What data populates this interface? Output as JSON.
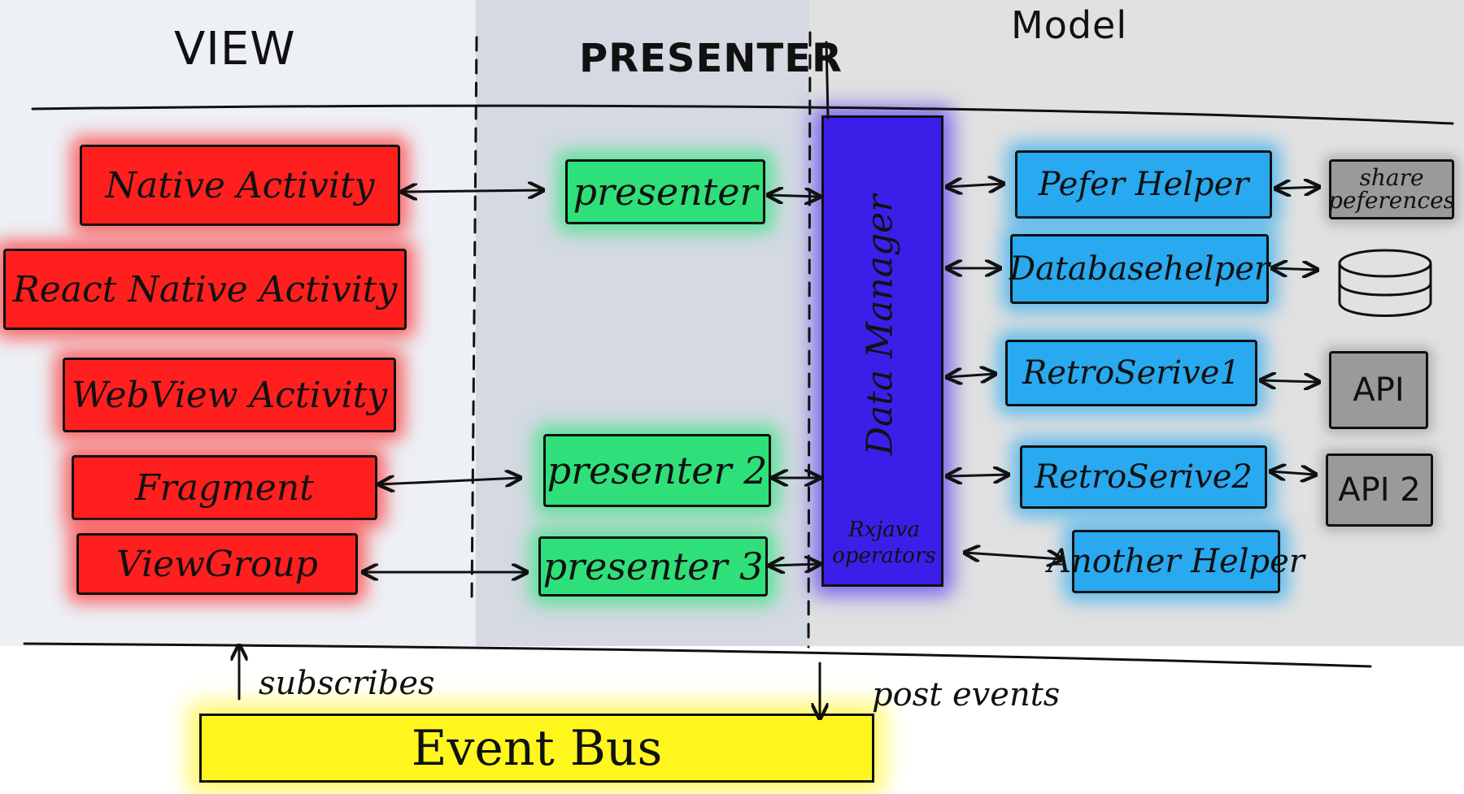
{
  "headings": {
    "view": "VIEW",
    "presenter": "PRESENTER",
    "model": "Model"
  },
  "view_items": [
    "Native Activity",
    "React Native Activity",
    "WebView Activity",
    "Fragment",
    "ViewGroup"
  ],
  "presenters": [
    "presenter",
    "presenter 2",
    "presenter 3"
  ],
  "data_manager": {
    "label": "Data Manager",
    "sub_label": "Rxjava operators"
  },
  "helpers": [
    "Pefer Helper",
    "Databasehelper",
    "RetroSerive1",
    "RetroSerive2",
    "Another Helper"
  ],
  "externals": {
    "share_preferences": "share peferences",
    "api_1": "API",
    "api_2": "API 2",
    "database_icon": "database-cylinder-icon"
  },
  "event_bus": {
    "label": "Event Bus",
    "subscribes_caption": "subscribes",
    "post_caption": "post events"
  },
  "colors": {
    "view": "#ff1f1f",
    "presenter": "#2fe07a",
    "data_manager": "#3b1fe8",
    "helper": "#29a9ef",
    "external": "#9a9a9a",
    "event_bus": "#fff61e"
  }
}
